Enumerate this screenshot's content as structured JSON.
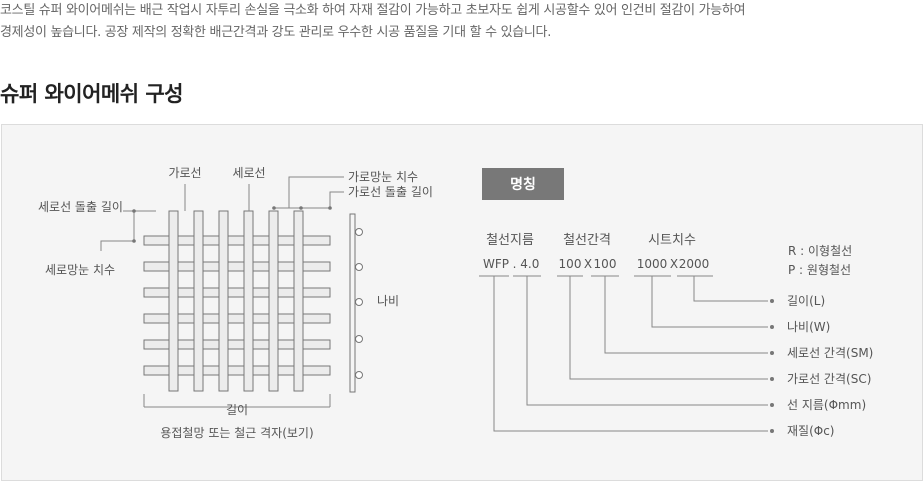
{
  "intro": {
    "line1": "코스틸 슈퍼 와이어메쉬는 배근 작업시 자투리 손실을 극소화 하여 자재 절감이 가능하고 초보자도 쉽게 시공할수 있어 인건비 절감이 가능하여",
    "line2": "경제성이 높습니다. 공장 제작의 정확한 배근간격과 강도 관리로 우수한 시공 품질을 기대 할 수 있습니다."
  },
  "section_title": "슈퍼 와이어메쉬 구성",
  "diagram": {
    "label_horizontal_bar": "가로선",
    "label_vertical_bar": "세로선",
    "label_h_mesh_size": "가로망눈 치수",
    "label_h_overhang": "가로선 돌출 길이",
    "label_v_overhang": "세로선 돌출 길이",
    "label_v_mesh_size": "세로망눈 치수",
    "label_width": "나비",
    "label_length": "길이",
    "caption": "용접철망 또는 철근 격자(보기)"
  },
  "spec": {
    "badge": "명칭",
    "col_diameter": "철선지름",
    "col_spacing": "철선간격",
    "col_sheet": "시트치수",
    "val_prefix": "WFP",
    "val_diameter": ". 4.0",
    "val_spacing_a": "100",
    "val_spacing_x": "X",
    "val_spacing_b": "100",
    "val_sheet_a": "1000",
    "val_sheet_x": "X",
    "val_sheet_b": "2000",
    "type_r": "R : 이형철선",
    "type_p": "P : 원형철선",
    "legend": [
      "길이(L)",
      "나비(W)",
      "세로선 간격(SM)",
      "가로선 간격(SC)",
      "선 지름(Φmm)",
      "재질(Φc)"
    ]
  }
}
